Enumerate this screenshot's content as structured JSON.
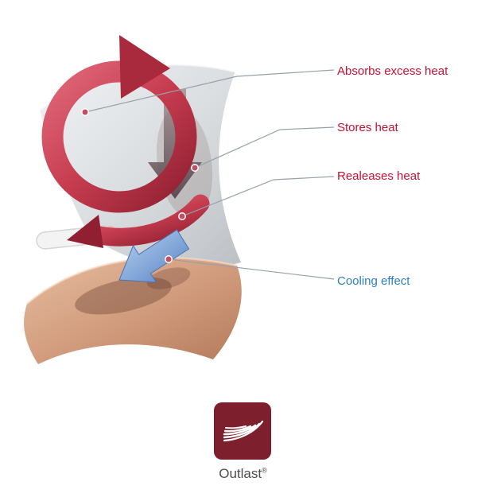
{
  "page": {
    "background_color": "#ffffff"
  },
  "diagram": {
    "labels": [
      {
        "id": "absorbs-excess-heat",
        "text": "Absorbs excess heat",
        "color": "#c51236"
      },
      {
        "id": "stores-heat",
        "text": "Stores heat",
        "color": "#c51236"
      },
      {
        "id": "releases-heat",
        "text": "Realeases heat",
        "color": "#c51236"
      },
      {
        "id": "cooling-effect",
        "text": "Cooling effect",
        "color": "#2d7fc1"
      }
    ],
    "parts": [
      "fabric-layer",
      "heat-cycle-ring-arrow",
      "stored-heat-down-arrow",
      "release-heat-arrow",
      "cooling-arrow",
      "skin-layer",
      "fiber-tube"
    ]
  },
  "logo": {
    "brand": "Outlast",
    "text": "Outlast",
    "registered_mark": "®",
    "tile_color": "#7d1f2c"
  }
}
